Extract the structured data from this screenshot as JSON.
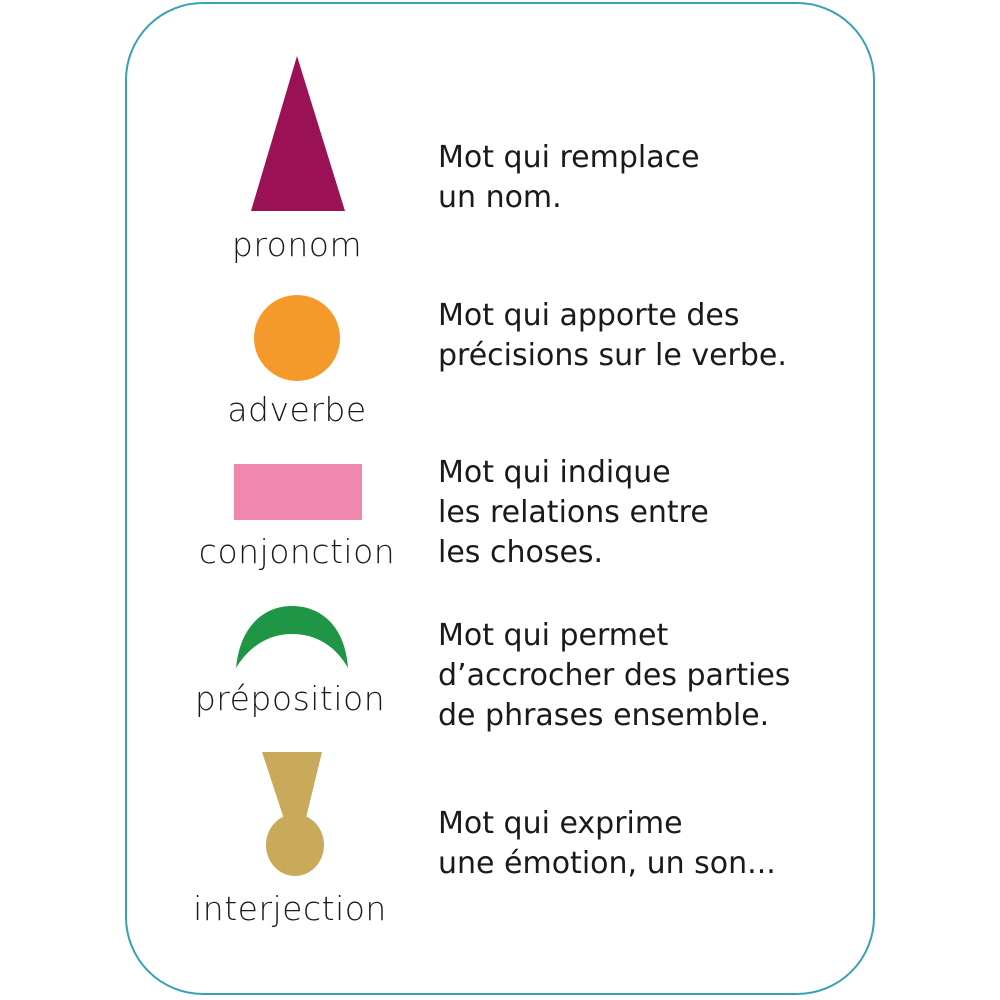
{
  "card": {
    "border_color": "#3aa0b4"
  },
  "entries": [
    {
      "label": "pronom",
      "shape": "triangle-icon",
      "color": "#9b1155",
      "description": [
        "Mot qui remplace",
        "un nom."
      ]
    },
    {
      "label": "adverbe",
      "shape": "circle-icon",
      "color": "#f39a2b",
      "description": [
        "Mot qui apporte des",
        "précisions sur le verbe."
      ]
    },
    {
      "label": "conjonction",
      "shape": "rectangle-icon",
      "color": "#ef87ae",
      "description": [
        "Mot qui indique",
        "les relations entre",
        "les choses."
      ]
    },
    {
      "label": "préposition",
      "shape": "crescent-icon",
      "color": "#1f9645",
      "description": [
        "Mot qui permet",
        "d’accrocher des parties",
        "de phrases ensemble."
      ]
    },
    {
      "label": "interjection",
      "shape": "exclamation-icon",
      "color": "#c9a95a",
      "description": [
        "Mot qui exprime",
        "une émotion, un son..."
      ]
    }
  ]
}
